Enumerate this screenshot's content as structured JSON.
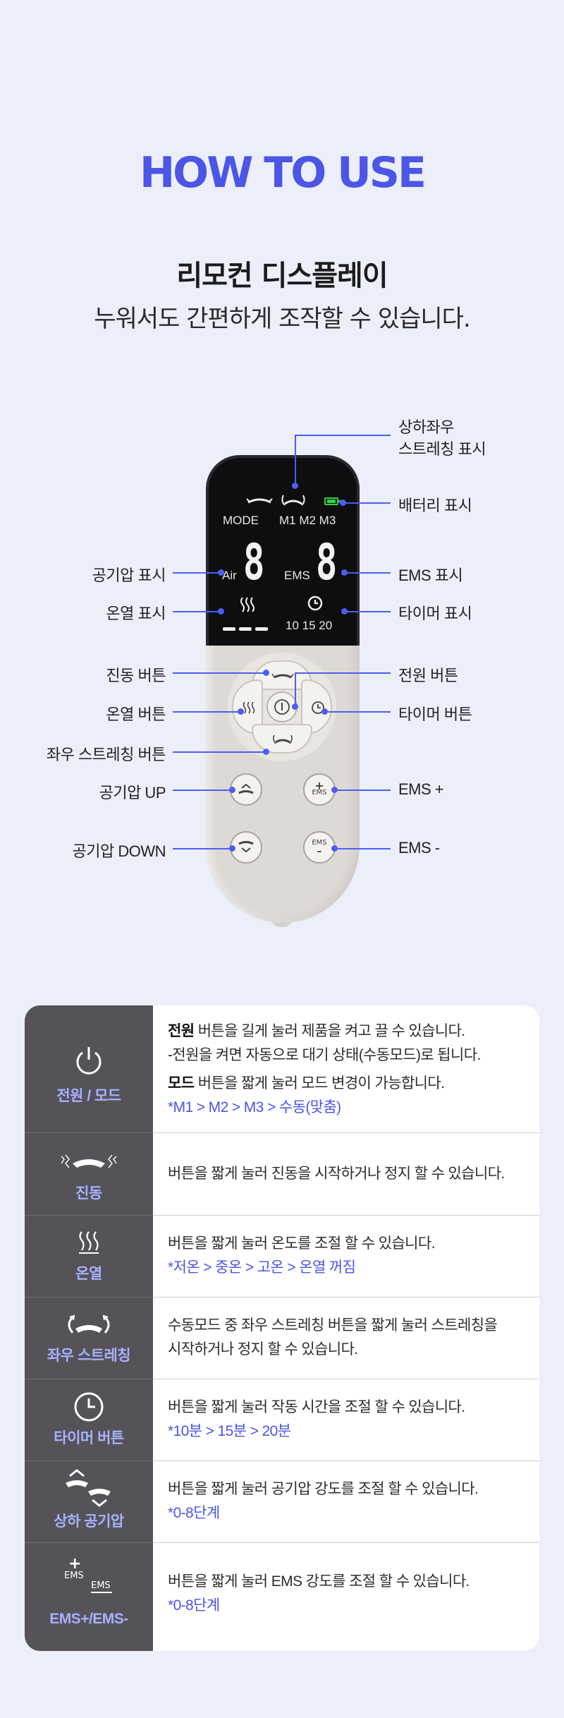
{
  "header": {
    "title": "HOW TO USE",
    "subtitle": "리모컨 디스플레이",
    "description": "누워서도 간편하게 조작할 수 있습니다."
  },
  "colors": {
    "accent": "#4b55e6",
    "background": "#eceef9",
    "panel": "#555358",
    "callout": "#4c5ff2",
    "battery": "#33d048"
  },
  "remote": {
    "screen": {
      "mode": "MODE",
      "modes": "M1 M2 M3",
      "air": "Air",
      "ems": "EMS",
      "air_digit": "8",
      "ems_digit": "8",
      "timer_values": "10  15  20"
    },
    "ems_plus_icon": "EMS",
    "ems_minus_icon": "EMS"
  },
  "callouts": {
    "left": [
      "공기압 표시",
      "온열 표시",
      "진동 버튼",
      "온열 버튼",
      "좌우 스트레칭 버튼",
      "공기압 UP",
      "공기압 DOWN"
    ],
    "right": [
      "상하좌우",
      "스트레칭 표시",
      "배터리 표시",
      "EMS 표시",
      "타이머 표시",
      "전원 버튼",
      "타이머 버튼",
      "EMS +",
      "EMS -"
    ]
  },
  "table": {
    "rows": [
      {
        "label": "전원 / 모드",
        "icon": "power-icon",
        "lines": [
          {
            "bold": "전원",
            "text": " 버튼을 길게 눌러 제품을 켜고 끌 수 있습니다."
          },
          {
            "text": "-전원을 켜면 자동으로 대기 상태(수동모드)로 됩니다."
          },
          {
            "bold": "모드",
            "text": " 버튼을 짧게 눌러 모드 변경이 가능합니다."
          },
          {
            "note": "*M1 > M2 > M3 > 수동(맞춤)"
          }
        ]
      },
      {
        "label": "진동",
        "icon": "vibration-icon",
        "lines": [
          {
            "text": "버튼을 짧게 눌러 진동을 시작하거나 정지 할 수 있습니다."
          }
        ]
      },
      {
        "label": "온열",
        "icon": "heat-icon",
        "lines": [
          {
            "text": "버튼을 짧게 눌러 온도를 조절 할 수 있습니다."
          },
          {
            "note": "*저온 > 중온 > 고온 > 온열 꺼짐"
          }
        ]
      },
      {
        "label": "좌우 스트레칭",
        "icon": "stretch-icon",
        "lines": [
          {
            "text": "수동모드 중 좌우 스트레칭 버튼을 짧게 눌러 스트레칭을"
          },
          {
            "text": "시작하거나 정지 할 수 있습니다."
          }
        ]
      },
      {
        "label": "타이머 버튼",
        "icon": "timer-icon",
        "lines": [
          {
            "text": "버튼을 짧게 눌러 작동 시간을 조절 할 수 있습니다."
          },
          {
            "note": "*10분 > 15분 > 20분"
          }
        ]
      },
      {
        "label": "상하 공기압",
        "icon": "air-pressure-icon",
        "lines": [
          {
            "text": "버튼을 짧게 눌러 공기압 강도를 조절 할 수 있습니다."
          },
          {
            "note": "*0-8단계"
          }
        ]
      },
      {
        "label": "EMS+/EMS-",
        "icon": "ems-icon",
        "lines": [
          {
            "text": "버튼을 짧게 눌러 EMS 강도를 조절 할 수 있습니다."
          },
          {
            "note": "*0-8단계"
          }
        ]
      }
    ],
    "ems_icon_text": "EMS"
  }
}
